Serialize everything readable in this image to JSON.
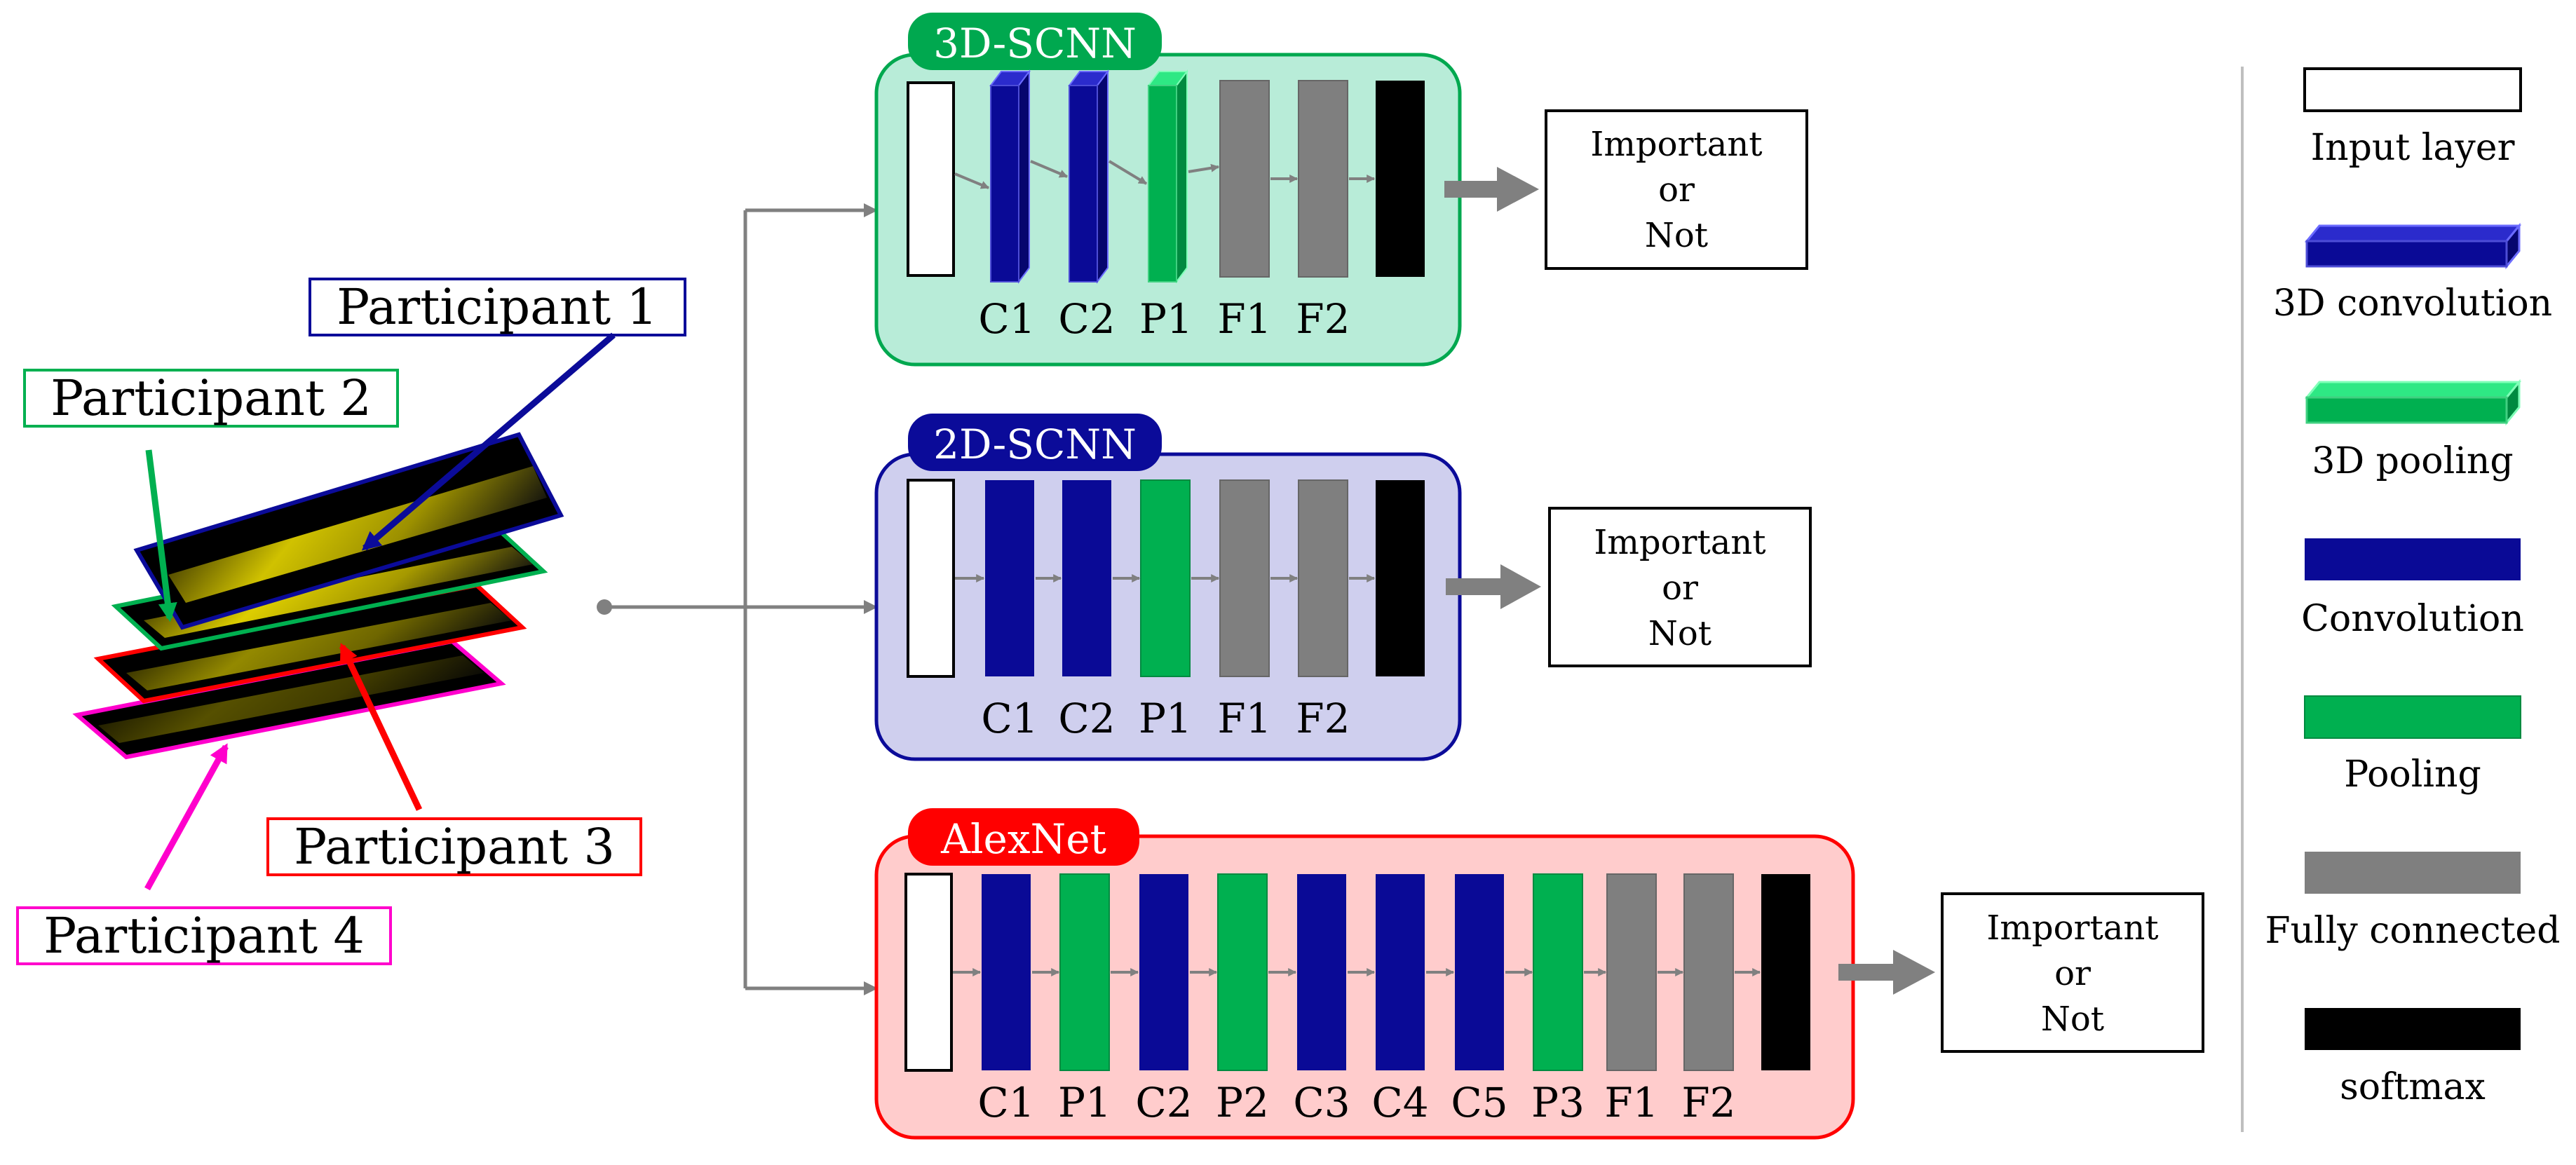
{
  "participants": [
    {
      "label": "Participant 1",
      "color": "#0b0b99"
    },
    {
      "label": "Participant 2",
      "color": "#00b050"
    },
    {
      "label": "Participant 3",
      "color": "#ff0000"
    },
    {
      "label": "Participant 4",
      "color": "#ff00cc"
    }
  ],
  "networks": {
    "scnn3d": {
      "title": "3D-SCNN",
      "title_color": "#00a84f",
      "panel_fill": "#b8ecd8",
      "layer_labels": [
        "C1",
        "C2",
        "P1",
        "F1",
        "F2"
      ],
      "output": [
        "Important",
        "or",
        "Not"
      ]
    },
    "scnn2d": {
      "title": "2D-SCNN",
      "title_color": "#0b0b99",
      "panel_fill": "#cfcfee",
      "layer_labels": [
        "C1",
        "C2",
        "P1",
        "F1",
        "F2"
      ],
      "output": [
        "Important",
        "or",
        "Not"
      ]
    },
    "alexnet": {
      "title": "AlexNet",
      "title_color": "#ff0000",
      "panel_fill": "#ffcccc",
      "layer_labels": [
        "C1",
        "P1",
        "C2",
        "P2",
        "C3",
        "C4",
        "C5",
        "P3",
        "F1",
        "F2"
      ],
      "output": [
        "Important",
        "or",
        "Not"
      ]
    }
  },
  "legend": [
    {
      "label": "Input layer",
      "icon": "input-layer-swatch"
    },
    {
      "label": "3D convolution",
      "icon": "3d-convolution-swatch"
    },
    {
      "label": "3D pooling",
      "icon": "3d-pooling-swatch"
    },
    {
      "label": "Convolution",
      "icon": "convolution-swatch"
    },
    {
      "label": "Pooling",
      "icon": "pooling-swatch"
    },
    {
      "label": "Fully connected",
      "icon": "fully-connected-swatch"
    },
    {
      "label": "softmax",
      "icon": "softmax-swatch"
    }
  ],
  "colors": {
    "conv": "#0a0a96",
    "pool": "#00b050",
    "fc": "#7f7f7f",
    "softmax": "#000000",
    "arrow": "#808080"
  }
}
